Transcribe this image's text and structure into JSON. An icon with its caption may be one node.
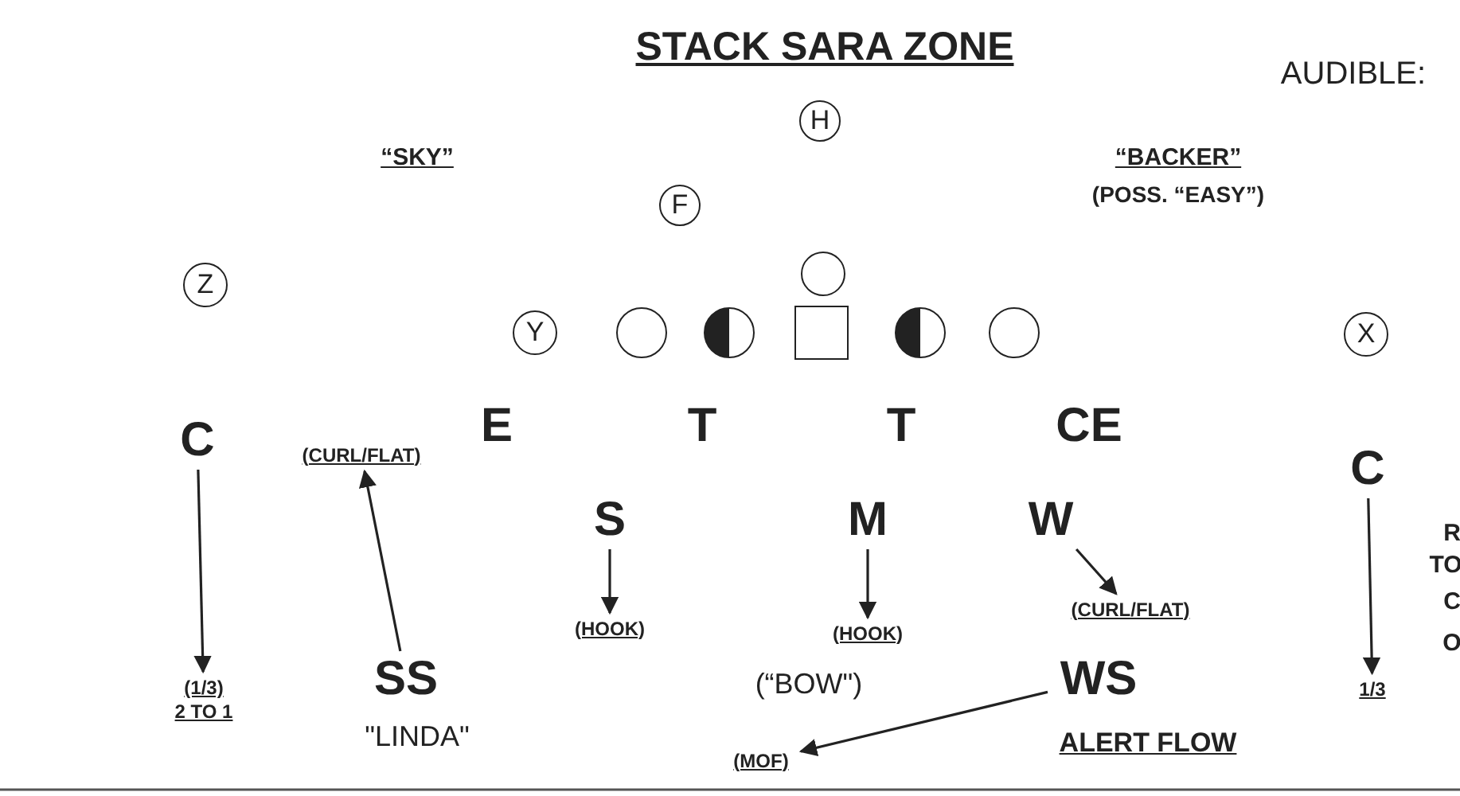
{
  "diagram": {
    "title": "STACK SARA ZONE",
    "nodes": [
      {
        "text": [
          "H"
        ]
      },
      {
        "text": [
          "F"
        ]
      },
      {
        "text": [
          "Z"
        ]
      },
      {
        "text": [],
        "shape": "circle"
      },
      {
        "text": [
          "Y"
        ]
      },
      {
        "text": [],
        "shape": "circle"
      },
      {
        "text": [],
        "shape": "circle"
      },
      {
        "text": [],
        "shape": "box"
      },
      {
        "text": [],
        "shape": "circle"
      },
      {
        "text": [],
        "shape": "circle"
      },
      {
        "text": [
          "X"
        ]
      },
      {
        "text": [
          "C"
        ]
      },
      {
        "text": [
          "E"
        ]
      },
      {
        "text": [
          "T"
        ]
      },
      {
        "text": [
          "T"
        ]
      },
      {
        "text": [
          "CE"
        ]
      },
      {
        "text": [
          "C"
        ]
      },
      {
        "text": [
          "S"
        ]
      },
      {
        "text": [
          "M"
        ]
      },
      {
        "text": [
          "W"
        ]
      },
      {
        "text": [
          "SS"
        ],
        "beside": [
          "\"LINDA\""
        ]
      },
      {
        "text": [
          "WS"
        ],
        "beside": [
          "ALERT FLOW"
        ]
      },
      {
        "text": [
          "(CURL/FLAT)"
        ]
      },
      {
        "text": [
          "(HOOK)"
        ]
      },
      {
        "text": [
          "(HOOK)"
        ]
      },
      {
        "text": [
          "(CURL/FLAT)"
        ]
      },
      {
        "text": [
          "(1/3)",
          "2 TO 1"
        ]
      },
      {
        "text": [
          "1/3"
        ]
      },
      {
        "text": [
          "(MOF)"
        ]
      }
    ],
    "edges": [
      {
        "from": 11,
        "to": 26,
        "arrow": "to"
      },
      {
        "from": 20,
        "to": 22,
        "arrow": "to"
      },
      {
        "from": 17,
        "to": 23,
        "arrow": "to"
      },
      {
        "from": 18,
        "to": 24,
        "arrow": "to"
      },
      {
        "from": 19,
        "to": 25,
        "arrow": "to"
      },
      {
        "from": 21,
        "to": 28,
        "arrow": "to"
      },
      {
        "from": 16,
        "to": 27,
        "arrow": "to"
      }
    ],
    "labels": [
      "AUDIBLE:",
      "“SKY”",
      "“BACKER”",
      "(POSS. “EASY”)",
      "R",
      "TO",
      "C",
      "O",
      "(“BOW\")"
    ]
  }
}
